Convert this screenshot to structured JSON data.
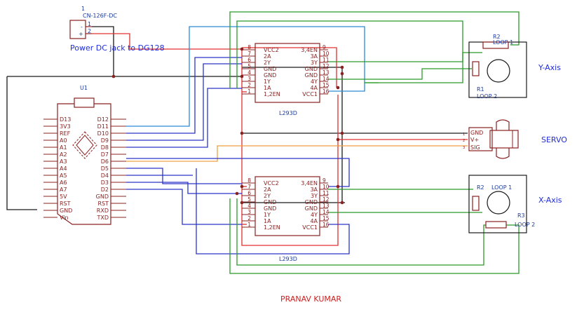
{
  "power_jack": {
    "ref": "1",
    "part": "CN-126F-DC",
    "minus_sign": "-",
    "plus_sign": "+",
    "pin1": "1",
    "pin2": "2",
    "caption": "Power DC jack to DG128"
  },
  "mcu": {
    "ref": "U1",
    "left_pins": [
      "D13",
      "3V3",
      "REF",
      "A0",
      "A1",
      "A2",
      "A3",
      "A4",
      "A5",
      "A6",
      "A7",
      "5V",
      "RST",
      "GND",
      "Vin"
    ],
    "right_pins": [
      "D12",
      "D11",
      "D10",
      "D9",
      "D8",
      "D7",
      "D6",
      "D5",
      "D4",
      "D3",
      "D2",
      "GND",
      "RST",
      "RXD",
      "TXD"
    ]
  },
  "driver_top": {
    "name": "L293D",
    "left_nums": [
      "8",
      "7",
      "6",
      "5",
      "4",
      "3",
      "2",
      "1"
    ],
    "left_labels": [
      "VCC2",
      "2A",
      "2Y",
      "GND",
      "GND",
      "1Y",
      "1A",
      "1,2EN"
    ],
    "right_nums": [
      "9",
      "10",
      "11",
      "12",
      "13",
      "14",
      "15",
      "16"
    ],
    "right_labels": [
      "3,4EN",
      "3A",
      "3Y",
      "GND",
      "GND",
      "4Y",
      "4A",
      "VCC1"
    ]
  },
  "driver_bottom": {
    "name": "L293D",
    "left_nums": [
      "8",
      "7",
      "6",
      "5",
      "4",
      "3",
      "2",
      "1"
    ],
    "left_labels": [
      "VCC2",
      "2A",
      "2Y",
      "GND",
      "GND",
      "1Y",
      "1A",
      "1,2EN"
    ],
    "right_nums": [
      "9",
      "10",
      "11",
      "12",
      "13",
      "14",
      "15",
      "16"
    ],
    "right_labels": [
      "3,4EN",
      "3A",
      "3Y",
      "GND",
      "GND",
      "4Y",
      "4A",
      "VCC1"
    ]
  },
  "motor_y": {
    "r_top": "R2",
    "loop_top": "LOOP 1",
    "r_side": "R1",
    "loop_side": "LOOP 2",
    "axis": "Y-Axis"
  },
  "motor_x": {
    "r_side": "R2",
    "loop_top": "LOOP 1",
    "r_bottom": "R3",
    "loop_bottom": "LOOP 2",
    "axis": "X-Axis"
  },
  "servo": {
    "pins": [
      "GND",
      "V+",
      "SIG"
    ],
    "pin_nums": [
      "1",
      "2",
      "3"
    ],
    "label": "SERVO"
  },
  "author": "PRANAV KUMAR",
  "colors": {
    "outline": "#8b2020",
    "wire_red": "#e03030",
    "wire_blue": "#2a35c8",
    "wire_light_blue": "#2a8ad8",
    "wire_green": "#2a9a2a",
    "wire_black": "#1a1a1a",
    "wire_orange": "#f0a040",
    "text_blue": "#1f2ce0",
    "ref_blue": "#1a3aa0",
    "author_red": "#cc1f1f"
  }
}
